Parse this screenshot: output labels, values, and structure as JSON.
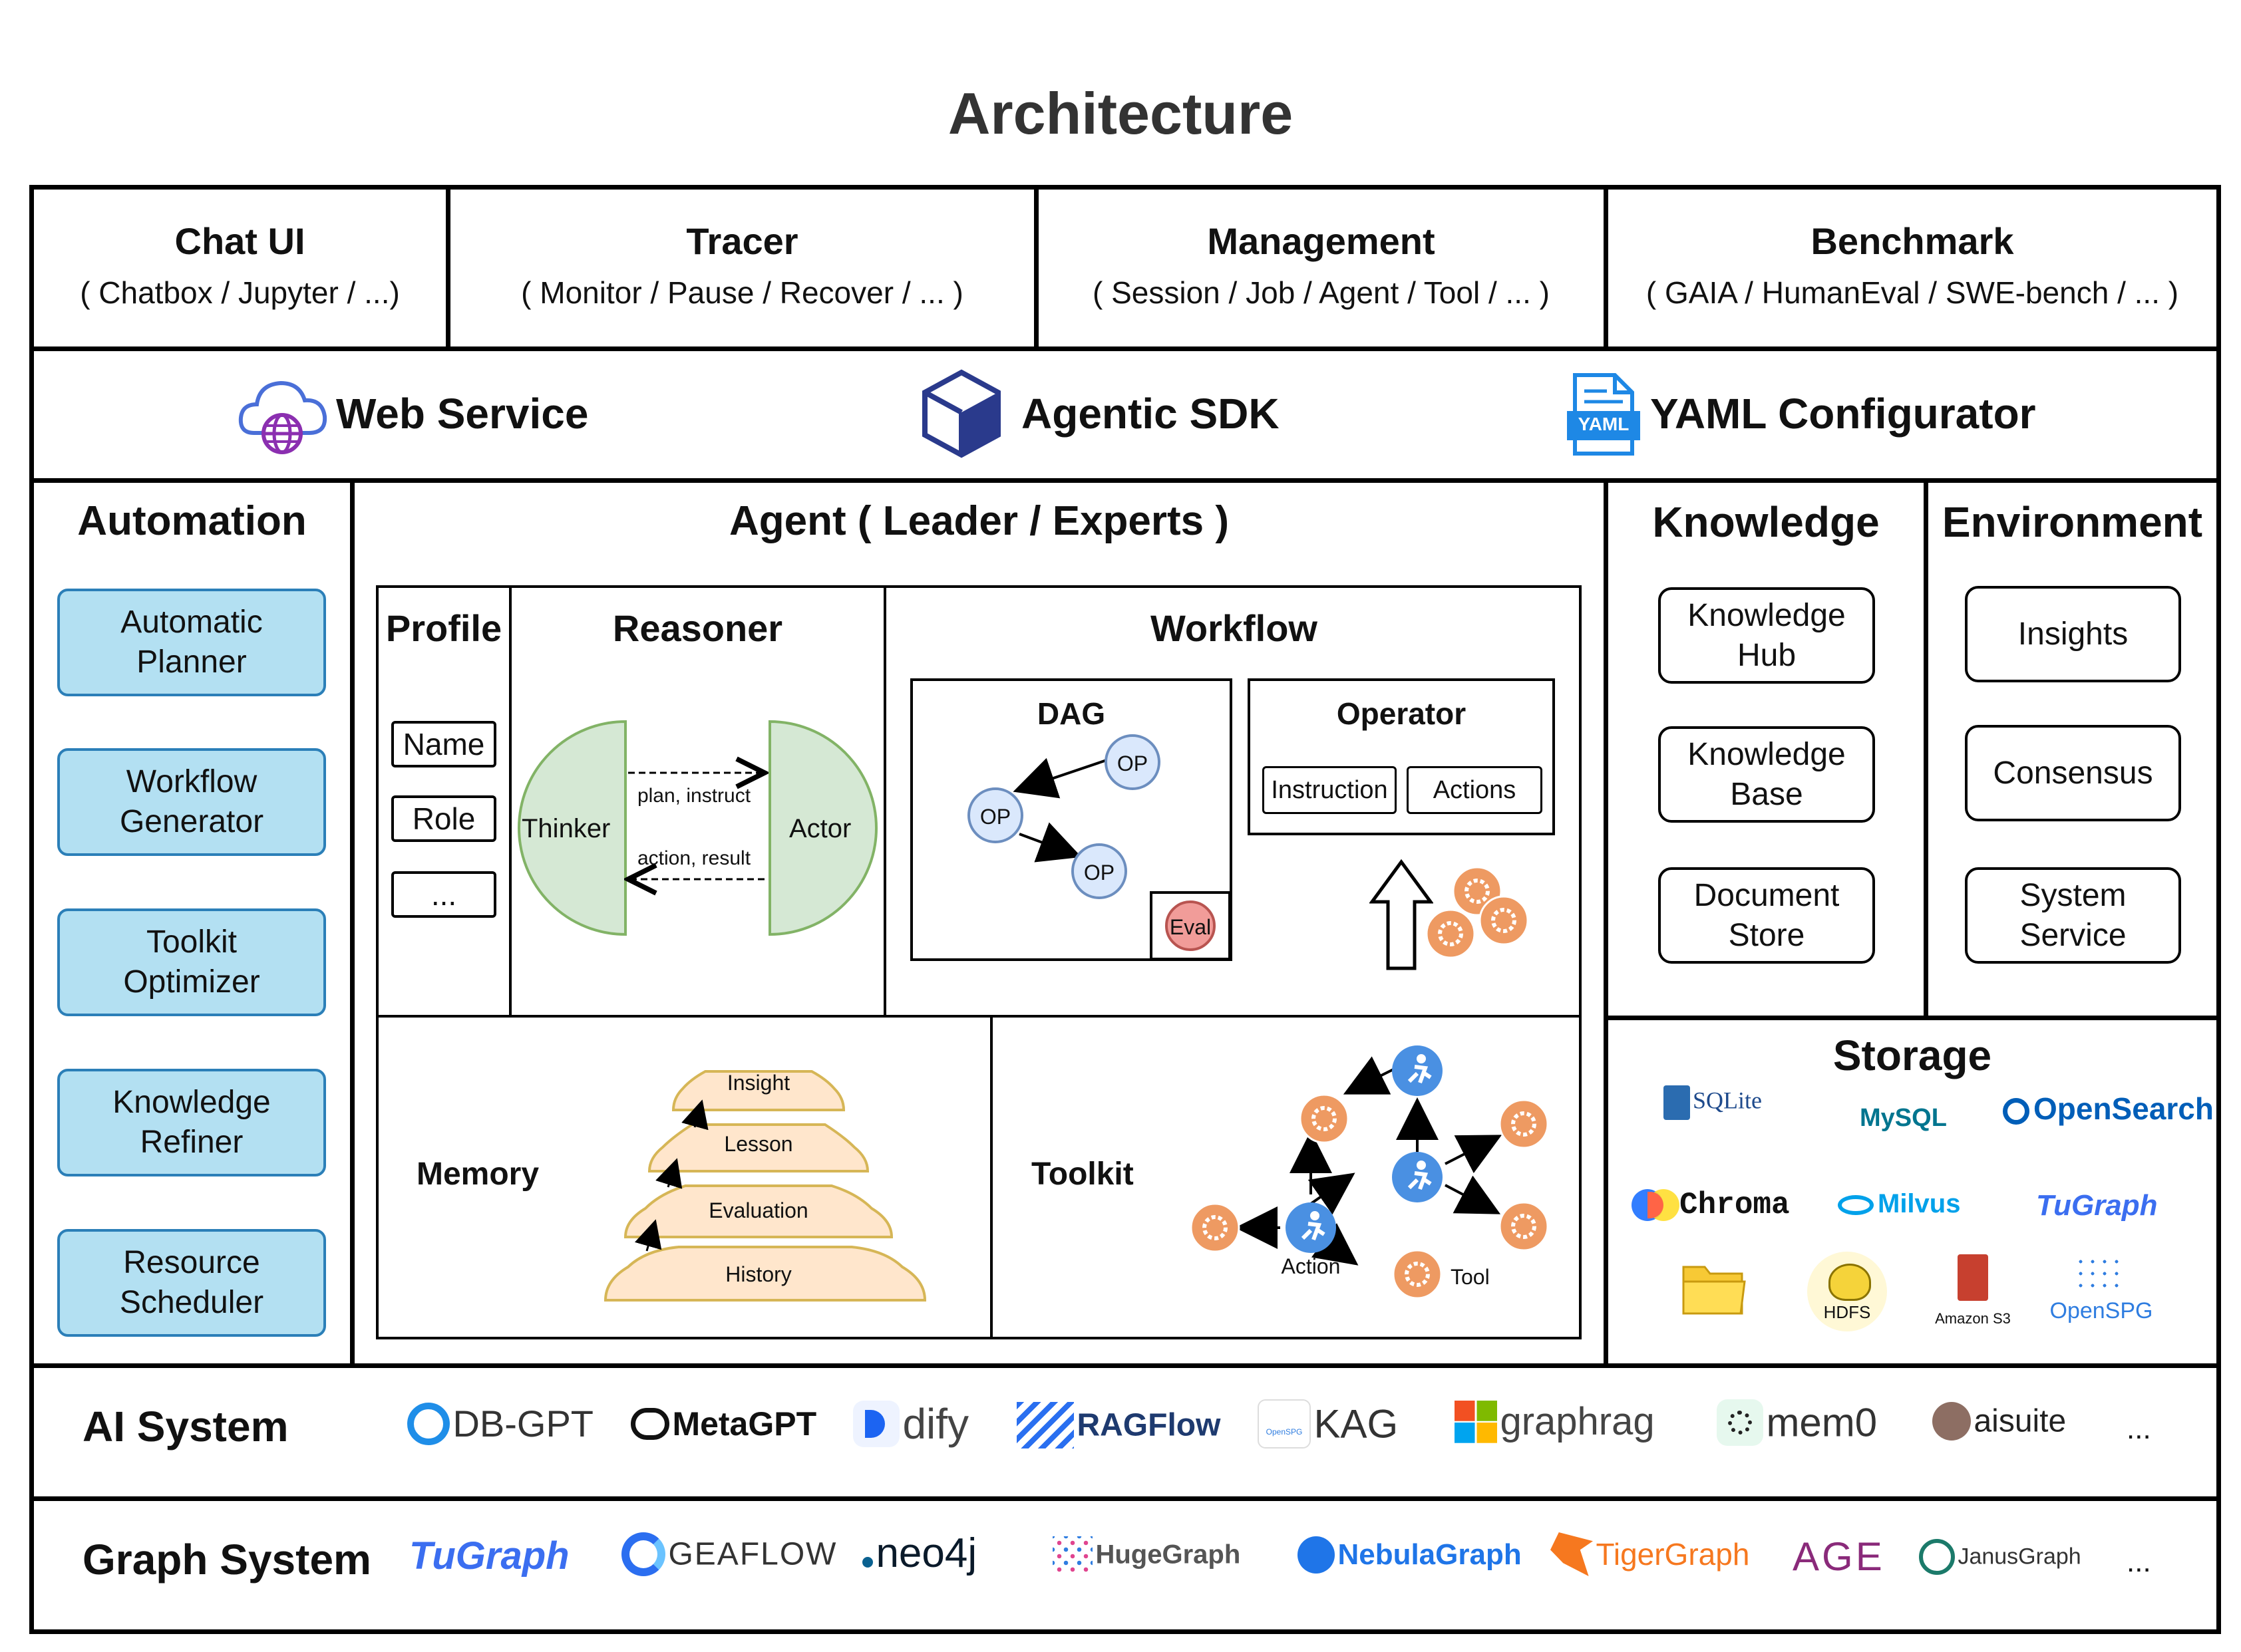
{
  "title": "Architecture",
  "top_bar": [
    {
      "title": "Chat UI",
      "sub": "( Chatbox / Jupyter / ...)"
    },
    {
      "title": "Tracer",
      "sub": "( Monitor / Pause / Recover / ... )"
    },
    {
      "title": "Management",
      "sub": "( Session / Job / Agent / Tool / ... )"
    },
    {
      "title": "Benchmark",
      "sub": "( GAIA / HumanEval / SWE-bench / ... )"
    }
  ],
  "service_bar": {
    "web_service": "Web Service",
    "agentic_sdk": "Agentic SDK",
    "yaml_configurator": "YAML Configurator",
    "yaml_icon_label": "YAML"
  },
  "automation": {
    "title": "Automation",
    "items": [
      "Automatic\nPlanner",
      "Workflow\nGenerator",
      "Toolkit\nOptimizer",
      "Knowledge\nRefiner",
      "Resource\nScheduler"
    ]
  },
  "agent": {
    "title": "Agent ( Leader / Experts )",
    "profile": {
      "title": "Profile",
      "items": [
        "Name",
        "Role",
        "..."
      ]
    },
    "reasoner": {
      "title": "Reasoner",
      "thinker": "Thinker",
      "actor": "Actor",
      "forward": "plan, instruct",
      "backward": "action, result"
    },
    "workflow": {
      "title": "Workflow",
      "dag": {
        "title": "DAG",
        "op": "OP",
        "eval": "Eval"
      },
      "operator": {
        "title": "Operator",
        "instruction": "Instruction",
        "actions": "Actions"
      }
    },
    "memory": {
      "title": "Memory",
      "layers": [
        "Insight",
        "Lesson",
        "Evaluation",
        "History"
      ]
    },
    "toolkit": {
      "title": "Toolkit",
      "action": "Action",
      "tool": "Tool"
    }
  },
  "knowledge": {
    "title": "Knowledge",
    "items": [
      "Knowledge\nHub",
      "Knowledge\nBase",
      "Document\nStore"
    ]
  },
  "environment": {
    "title": "Environment",
    "items": [
      "Insights",
      "Consensus",
      "System\nService"
    ]
  },
  "storage": {
    "title": "Storage",
    "logos": [
      "SQLite",
      "MySQL",
      "OpenSearch",
      "Chroma",
      "Milvus",
      "TuGraph",
      "HDFS",
      "Amazon S3",
      "OpenSPG"
    ]
  },
  "ai_system": {
    "title": "AI System",
    "logos": [
      "DB-GPT",
      "MetaGPT",
      "dify",
      "RAGFlow",
      "KAG",
      "graphrag",
      "mem0",
      "aisuite",
      "..."
    ],
    "kag_badge": "OpenSPG"
  },
  "graph_system": {
    "title": "Graph System",
    "logos": [
      "TuGraph",
      "GEAFLOW",
      "neo4j",
      "HugeGraph",
      "NebulaGraph",
      "TigerGraph",
      "AGE",
      "JanusGraph",
      "..."
    ]
  },
  "colors": {
    "automation_fill": "#b3e0f2",
    "automation_border": "#2b7fb8",
    "reasoner_fill": "#d5e8d4",
    "reasoner_border": "#82b366",
    "op_fill": "#dae8fc",
    "op_border": "#6c8ebf",
    "eval_fill": "#f19c99",
    "memory_fill": "#ffe6cc",
    "memory_border": "#d6b656",
    "tool_orange": "#ee9a62",
    "action_blue": "#4a90e2"
  }
}
